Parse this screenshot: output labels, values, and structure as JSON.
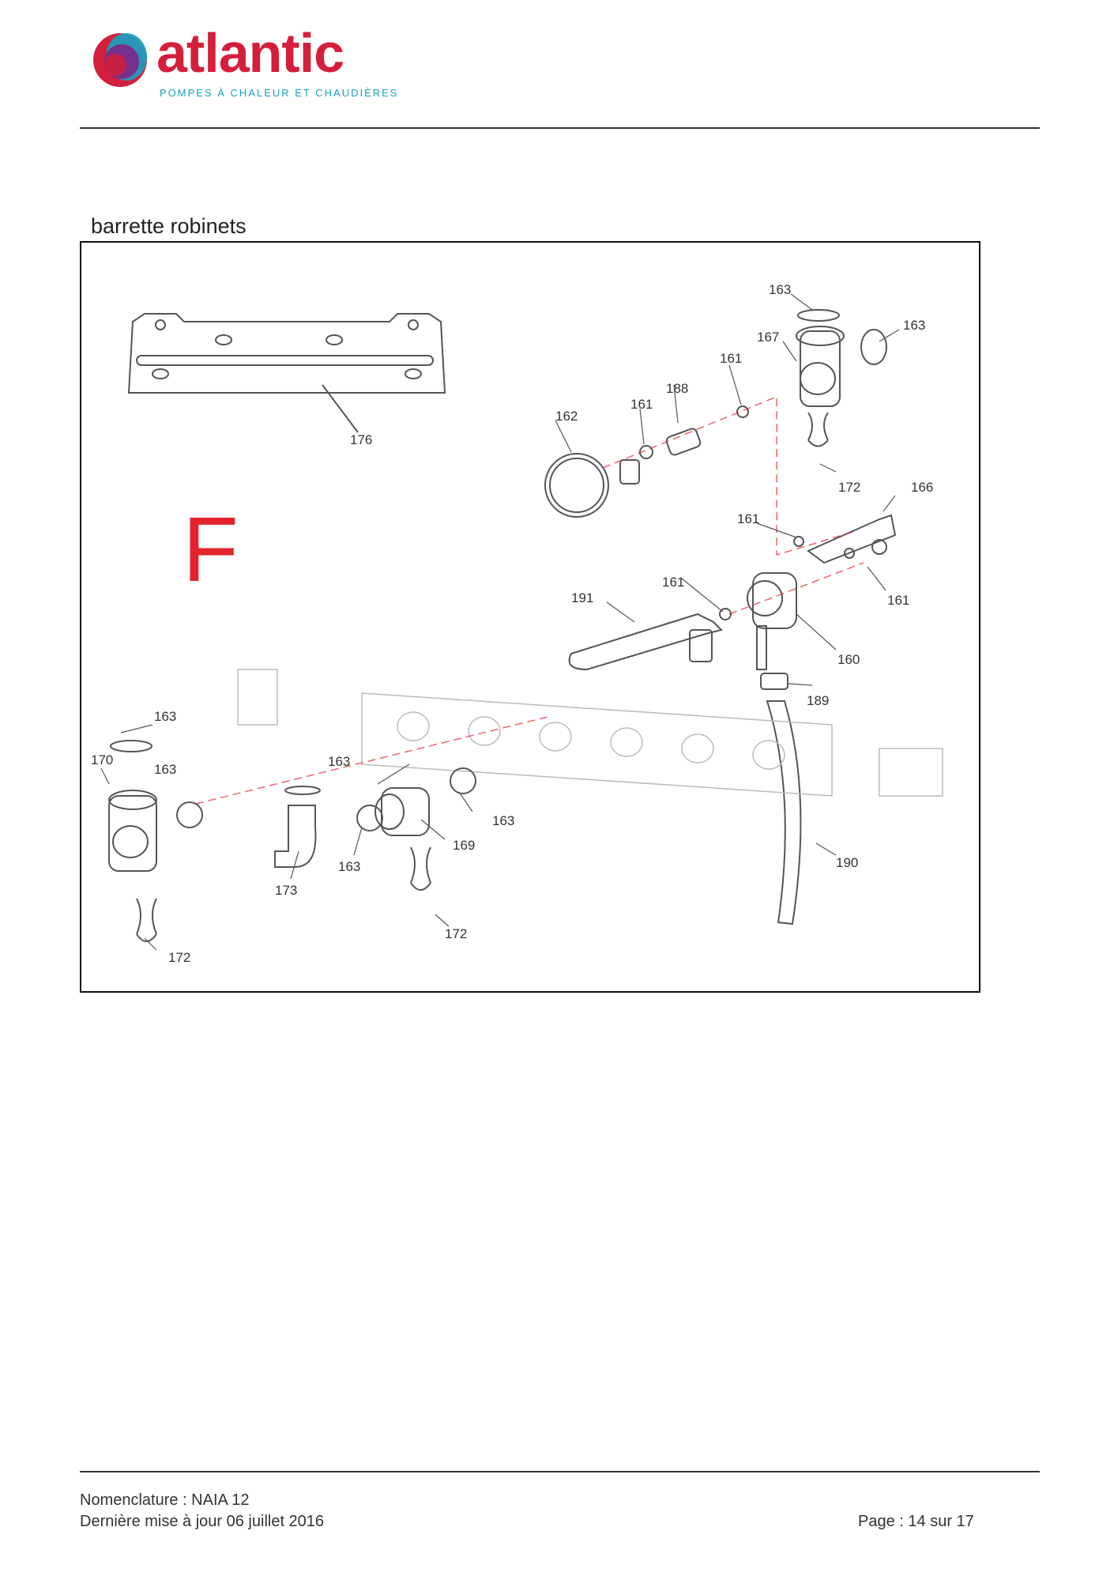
{
  "header": {
    "brand": "atlantic",
    "tagline": "POMPES À CHALEUR ET CHAUDIÈRES",
    "colors": {
      "brand_red": "#d41f3a",
      "brand_cyan": "#17a2c2",
      "brand_purple": "#7a2a8c"
    }
  },
  "section": {
    "title": "barrette robinets",
    "letter": "F",
    "letter_color": "#e2232e"
  },
  "diagram": {
    "callouts": [
      "163",
      "163",
      "167",
      "161",
      "188",
      "161",
      "162",
      "176",
      "172",
      "166",
      "161",
      "161",
      "191",
      "161",
      "160",
      "189",
      "163",
      "170",
      "163",
      "163",
      "163",
      "169",
      "173",
      "163",
      "190",
      "172",
      "172"
    ]
  },
  "footer": {
    "nomenclature": "Nomenclature : NAIA 12",
    "update": "Dernière mise à jour 06 juillet 2016",
    "page_label": "Page :",
    "page_current": "14",
    "page_sep": "sur",
    "page_total": "17"
  }
}
